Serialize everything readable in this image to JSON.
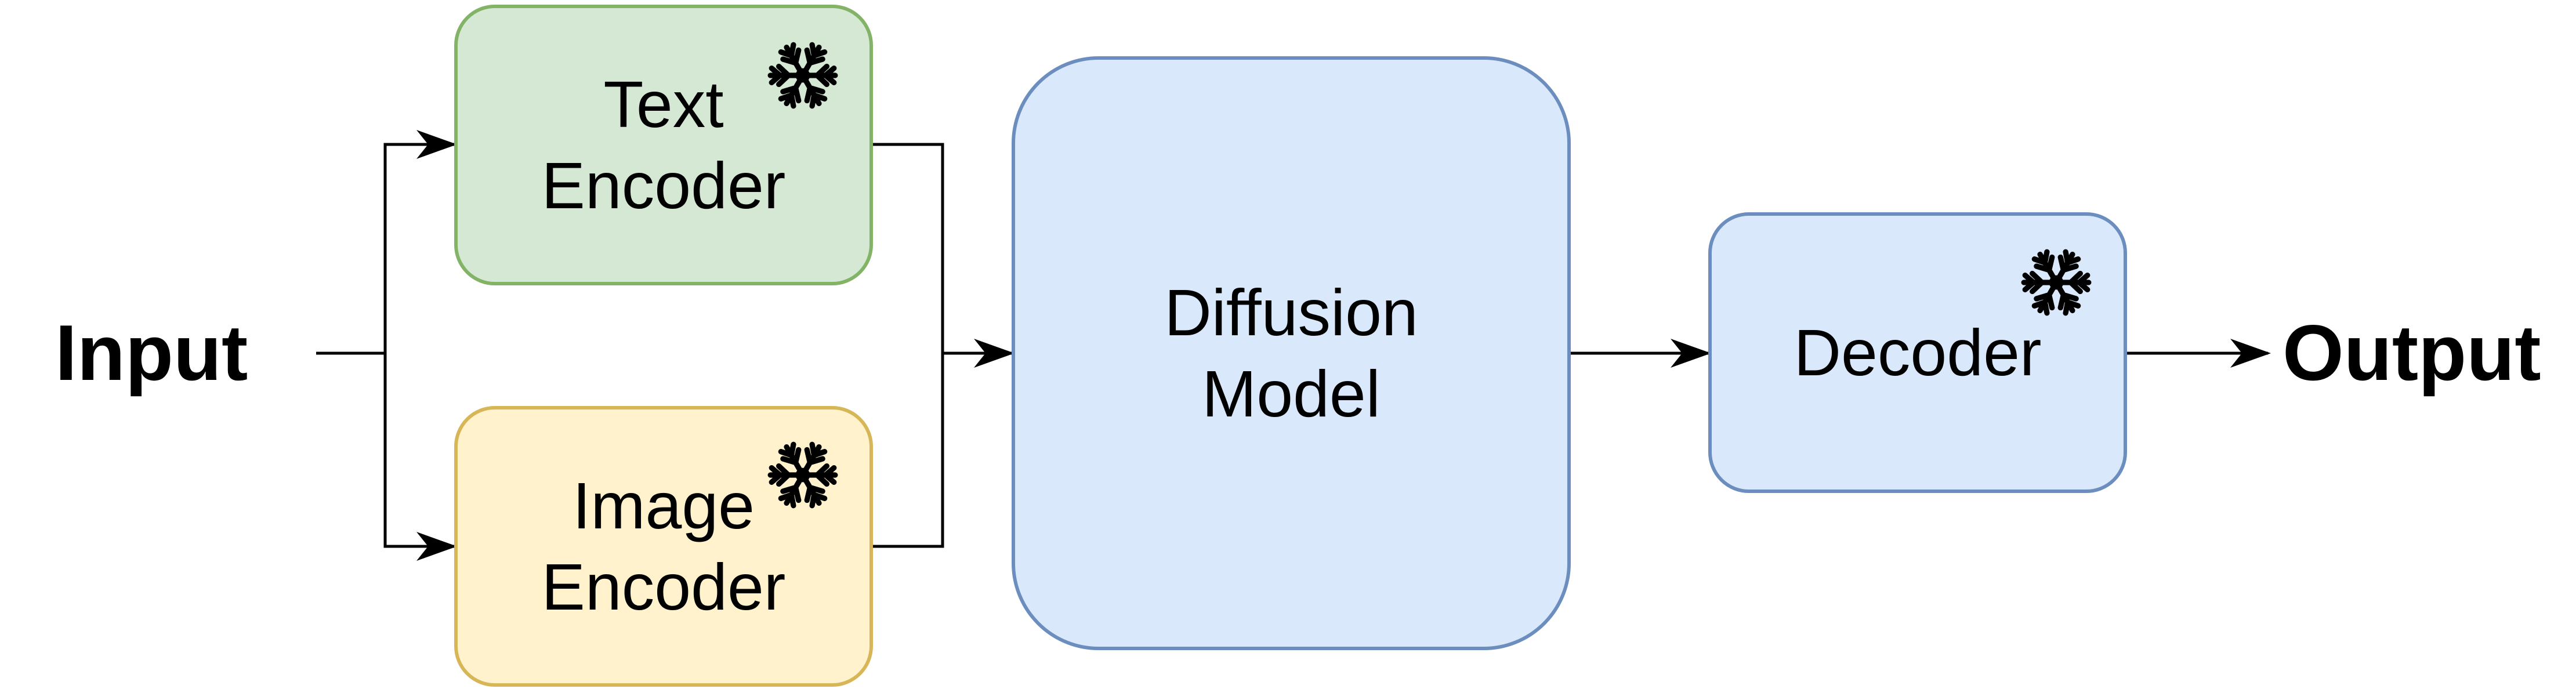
{
  "colors": {
    "text_encoder_fill": "#d5e8d4",
    "text_encoder_stroke": "#82b366",
    "image_encoder_fill": "#fff2cc",
    "image_encoder_stroke": "#d6b656",
    "model_fill": "#dae8fc",
    "model_stroke": "#6c8ebf",
    "edge": "#000000"
  },
  "labels": {
    "input": "Input",
    "output": "Output"
  },
  "nodes": {
    "text_encoder": {
      "label": "Text\nEncoder",
      "frozen_icon": "snowflake-icon"
    },
    "image_encoder": {
      "label": "Image\nEncoder",
      "frozen_icon": "snowflake-icon"
    },
    "diffusion_model": {
      "label": "Diffusion\nModel"
    },
    "decoder": {
      "label": "Decoder",
      "frozen_icon": "snowflake-icon"
    }
  },
  "edges": [
    {
      "from": "input",
      "to": "text_encoder"
    },
    {
      "from": "input",
      "to": "image_encoder"
    },
    {
      "from": "text_encoder",
      "to": "diffusion_model"
    },
    {
      "from": "image_encoder",
      "to": "diffusion_model"
    },
    {
      "from": "diffusion_model",
      "to": "decoder"
    },
    {
      "from": "decoder",
      "to": "output"
    }
  ]
}
